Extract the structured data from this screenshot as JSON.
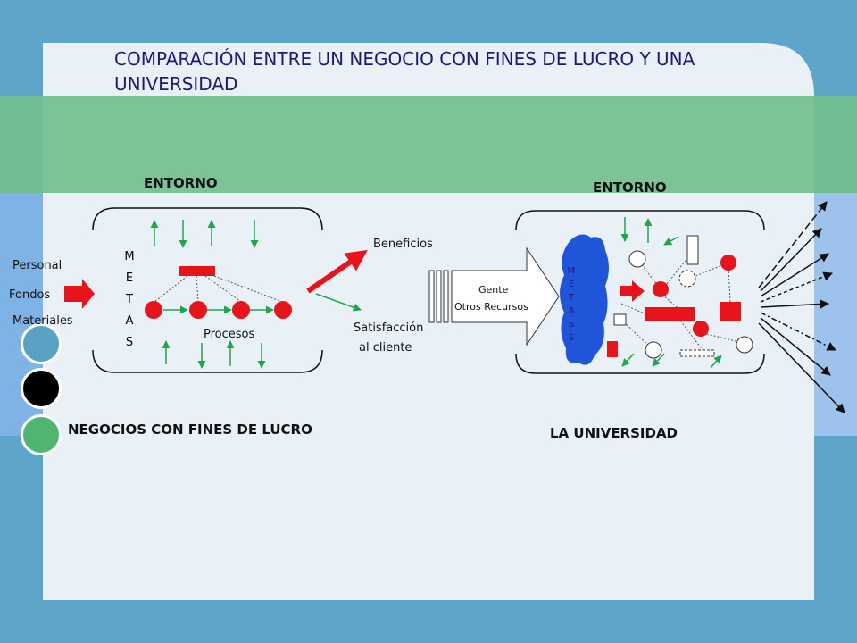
{
  "title": "COMPARACIÓN ENTRE UN NEGOCIO CON FINES DE LUCRO Y UNA UNIVERSIDAD",
  "business": {
    "environment_label": "ENTORNO",
    "inputs": [
      "Personal",
      "Fondos",
      "Materiales"
    ],
    "goals_letters": [
      "M",
      "E",
      "T",
      "A",
      "S"
    ],
    "process_label": "Procesos",
    "outputs": {
      "profit": "Beneficios",
      "satisfaction_line1": "Satisfacción",
      "satisfaction_line2": "al cliente"
    },
    "caption": "NEGOCIOS CON FINES DE LUCRO"
  },
  "university": {
    "environment_label": "ENTORNO",
    "inputs_line1": "Gente",
    "inputs_line2": "Otros Recursos",
    "goals_letters": [
      "M",
      "E",
      "T",
      "A",
      "S",
      "S"
    ],
    "caption": "LA UNIVERSIDAD"
  },
  "colors": {
    "background": "#5ea6c9",
    "panel": "#e9f1f7",
    "band_green": "#72bf8f",
    "band_blue": "#7fb3e6",
    "accent_red": "#e8141c",
    "arrow_green": "#1aa84a",
    "title_text": "#1a1a7a",
    "bullet_1": "#5aa2c4",
    "bullet_2": "#000000",
    "bullet_3": "#4fb56f"
  }
}
